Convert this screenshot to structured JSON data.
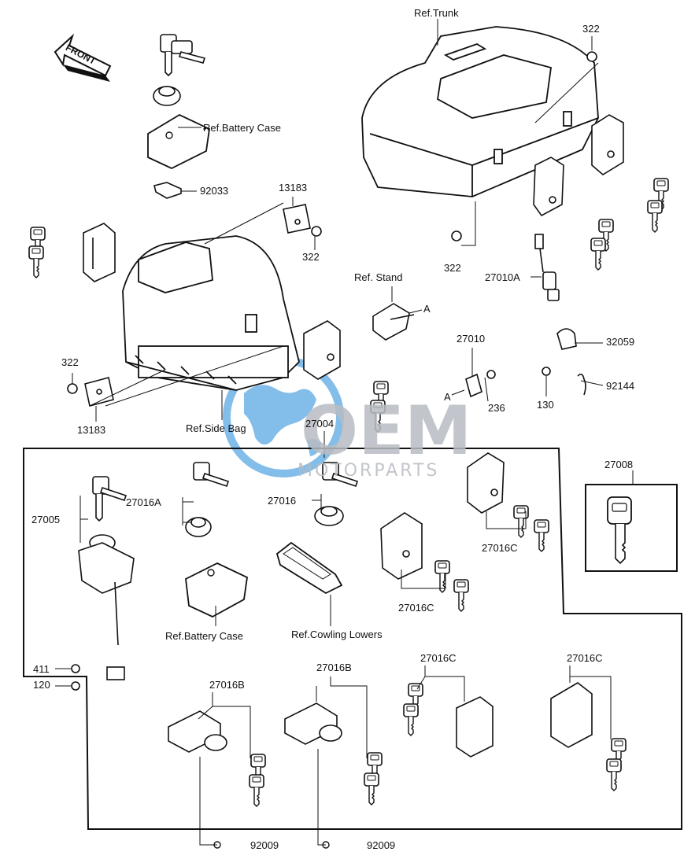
{
  "front_arrow": "FRONT",
  "labels": {
    "ref_trunk": "Ref.Trunk",
    "p322_top": "322",
    "ref_battery_case_top": "Ref.Battery Case",
    "p92033": "92033",
    "p13183_top": "13183",
    "p322_mid": "322",
    "p322_right": "322",
    "ref_stand": "Ref. Stand",
    "a_stand": "A",
    "p27010A": "27010A",
    "p27010": "27010",
    "a_27010": "A",
    "p32059": "32059",
    "p92144": "92144",
    "p236": "236",
    "p130": "130",
    "p322_left": "322",
    "p13183_bottom": "13183",
    "ref_side_bag": "Ref.Side Bag",
    "p27004": "27004",
    "p27008": "27008",
    "p27005": "27005",
    "p27016A": "27016A",
    "p27016": "27016",
    "p27016C_a": "27016C",
    "p27016C_b": "27016C",
    "ref_battery_case_bottom": "Ref.Battery Case",
    "ref_cowling_lowers": "Ref.Cowling Lowers",
    "p411": "411",
    "p120": "120",
    "p27016B_a": "27016B",
    "p27016B_b": "27016B",
    "p27016C_c": "27016C",
    "p27016C_d": "27016C",
    "p92009_a": "92009",
    "p92009_b": "92009"
  },
  "watermark": {
    "brand": "OEM",
    "sub": "MOTORPARTS",
    "color": "#1e88d8"
  }
}
